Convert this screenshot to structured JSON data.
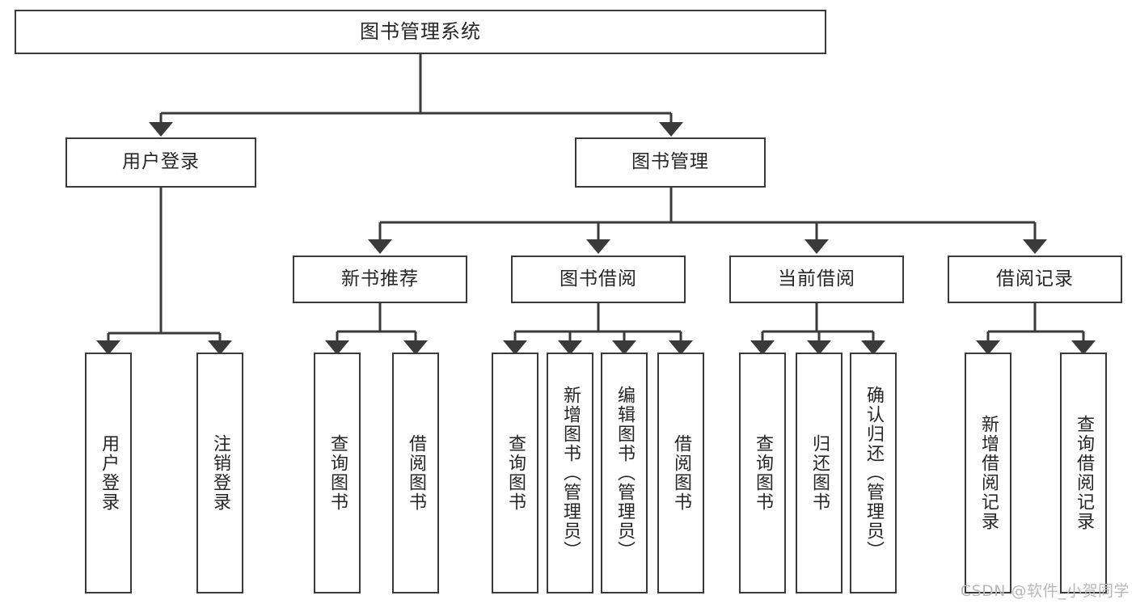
{
  "diagram": {
    "title": "图书管理系统",
    "watermark": "CSDN @软件_小贺同学",
    "stroke_color": "#3a3a3a",
    "text_color": "#262626",
    "background": "#ffffff",
    "root": {
      "label": "图书管理系统"
    },
    "level2": [
      {
        "label": "用户登录"
      },
      {
        "label": "图书管理"
      }
    ],
    "level3": [
      {
        "label": "新书推荐"
      },
      {
        "label": "图书借阅"
      },
      {
        "label": "当前借阅"
      },
      {
        "label": "借阅记录"
      }
    ],
    "leaves": {
      "user_login": [
        {
          "label": "用户登录"
        },
        {
          "label": "注销登录"
        }
      ],
      "new_book": [
        {
          "label": "查询图书"
        },
        {
          "label": "借阅图书"
        }
      ],
      "book_borrow": [
        {
          "label": "查询图书"
        },
        {
          "label": "新增图书（管理员）"
        },
        {
          "label": "编辑图书（管理员）"
        },
        {
          "label": "借阅图书"
        }
      ],
      "current_borrow": [
        {
          "label": "查询图书"
        },
        {
          "label": "归还图书"
        },
        {
          "label": "确认归还（管理员）"
        }
      ],
      "borrow_record": [
        {
          "label": "新增借阅记录"
        },
        {
          "label": "查询借阅记录"
        }
      ]
    }
  }
}
